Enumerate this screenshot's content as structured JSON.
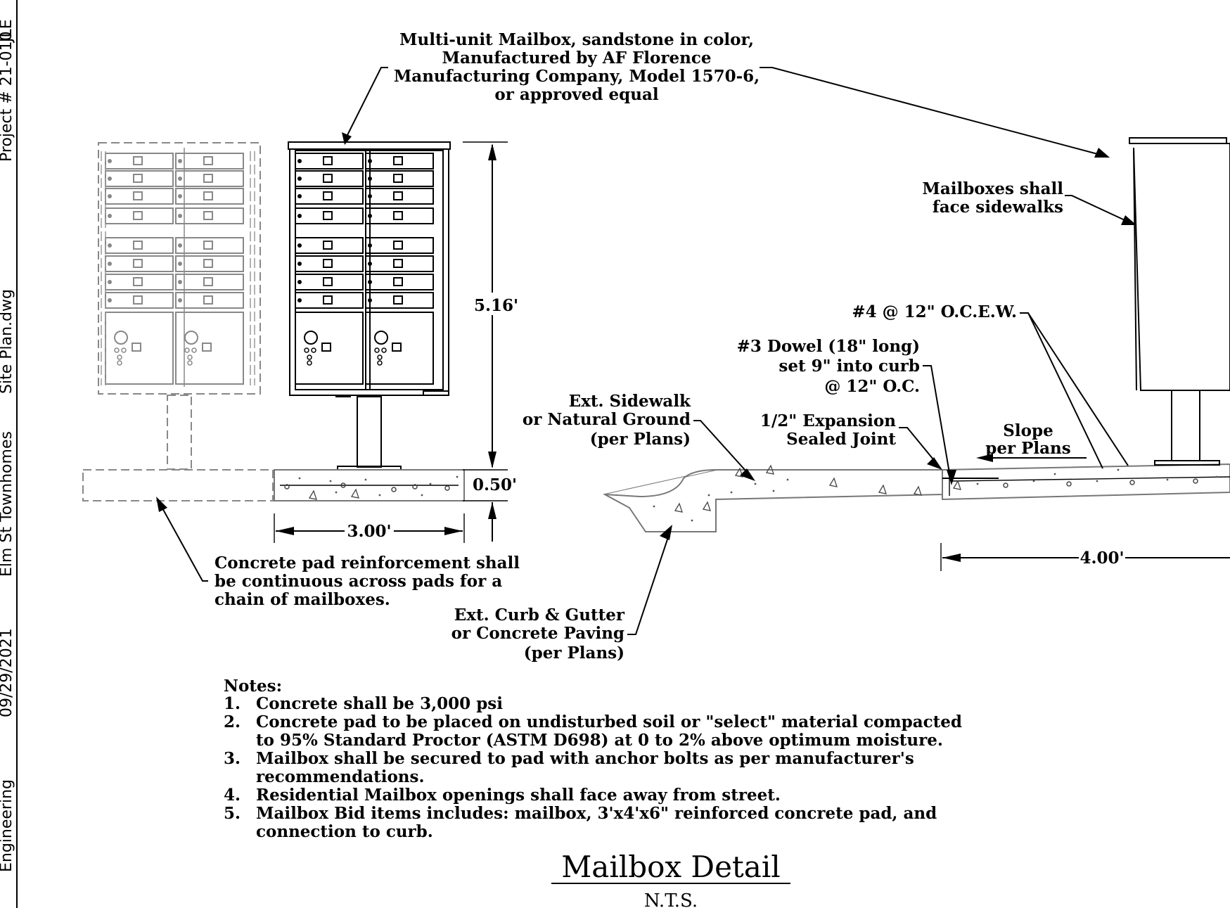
{
  "side_strip": {
    "engineering": "Engineering",
    "date": "09/29/2021",
    "project_name": "Elm St Townhomes",
    "file": "Site Plan.dwg",
    "project_no": "Project # 21-010",
    "initials": "JLE"
  },
  "callouts": {
    "mailbox_spec": [
      "Multi-unit Mailbox, sandstone in color,",
      "Manufactured by AF Florence",
      "Manufacturing Company, Model 1570-6,",
      "or approved equal"
    ],
    "face_sidewalks": [
      "Mailboxes shall",
      "face sidewalks"
    ],
    "rebar": "#4 @ 12\" O.C.E.W.",
    "dowel": [
      "#3 Dowel (18\" long)",
      "set 9\" into curb",
      "@ 12\" O.C."
    ],
    "sidewalk": [
      "Ext. Sidewalk",
      "or Natural Ground",
      "(per Plans)"
    ],
    "expansion": [
      "1/2\" Expansion",
      "Sealed Joint"
    ],
    "slope": [
      "Slope",
      "per Plans"
    ],
    "pad_reinforcement": [
      "Concrete pad reinforcement shall",
      "be continuous across pads for a",
      "chain of mailboxes."
    ],
    "curb_gutter": [
      "Ext. Curb & Gutter",
      "or Concrete Paving",
      "(per Plans)"
    ]
  },
  "dimensions": {
    "height": "5.16'",
    "pad_thickness": "0.50'",
    "pad_width": "3.00'",
    "pad_length": "4.00'"
  },
  "notes": {
    "heading": "Notes:",
    "items": [
      {
        "num": "1.",
        "lines": [
          "Concrete shall be 3,000 psi"
        ]
      },
      {
        "num": "2.",
        "lines": [
          "Concrete pad to be placed on undisturbed soil or \"select\" material compacted",
          "to 95% Standard Proctor (ASTM D698) at 0 to 2% above optimum moisture."
        ]
      },
      {
        "num": "3.",
        "lines": [
          "Mailbox shall be secured to pad with anchor bolts as per manufacturer's",
          "recommendations."
        ]
      },
      {
        "num": "4.",
        "lines": [
          "Residential Mailbox openings shall face away from street."
        ]
      },
      {
        "num": "5.",
        "lines": [
          "Mailbox Bid items includes: mailbox, 3'x4'x6\" reinforced concrete pad, and",
          "connection to curb."
        ]
      }
    ]
  },
  "title": {
    "main": "Mailbox Detail",
    "scale": "N.T.S."
  }
}
